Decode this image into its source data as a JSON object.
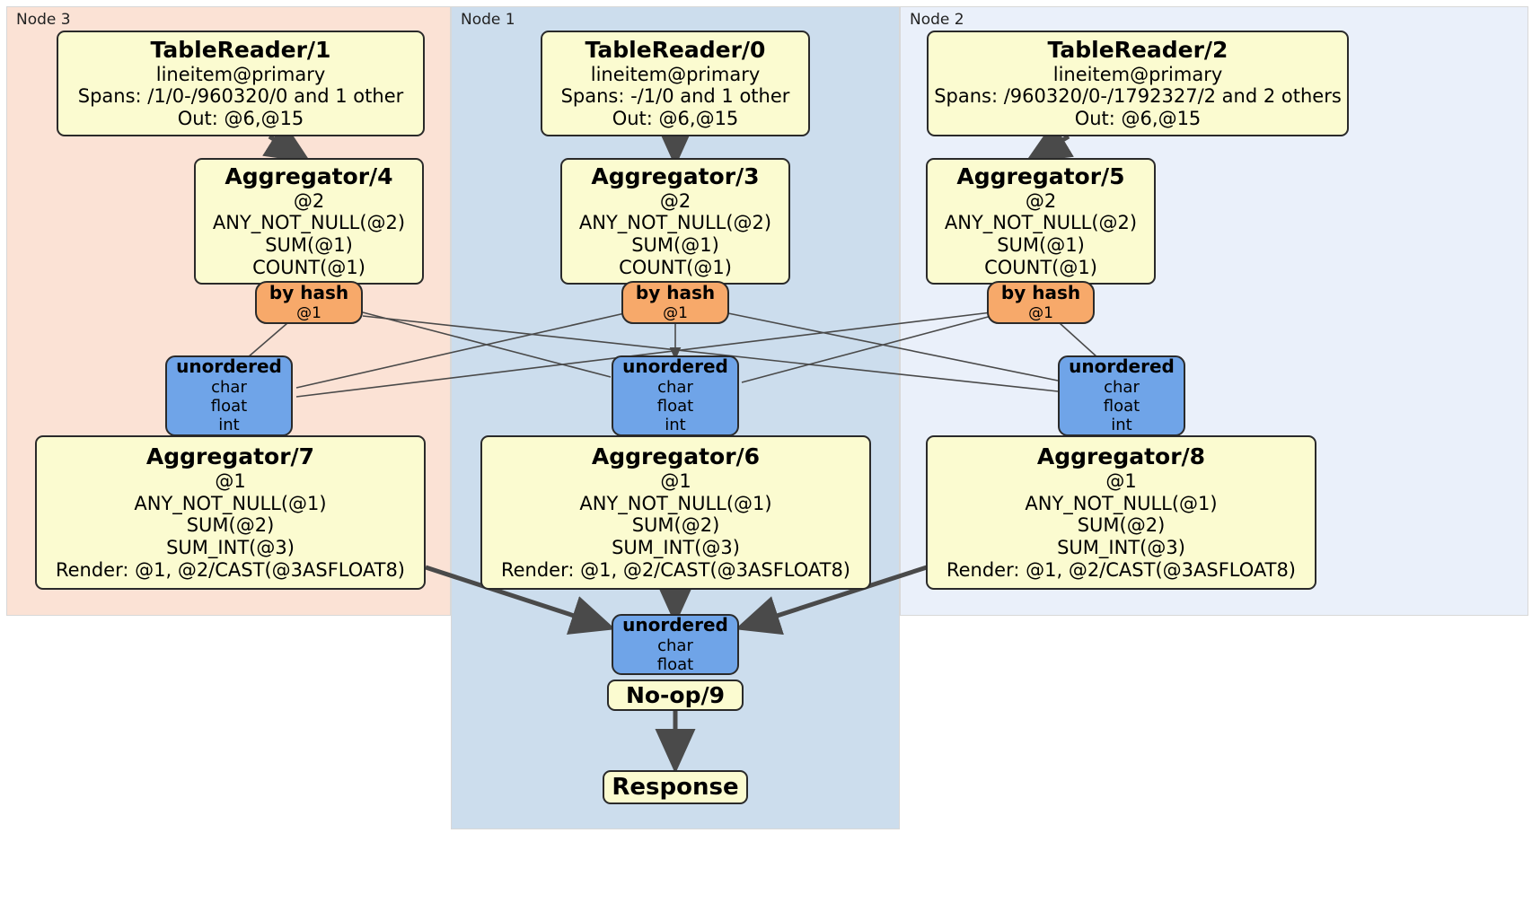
{
  "diagram": {
    "type": "distributed-query-execution-plan",
    "colors": {
      "node3_panel": "#fbe2d5",
      "node1_panel": "#ccdded",
      "node2_panel": "#eaf0fa",
      "processor_box": "#fbfbd0",
      "router_box": "#f7a96a",
      "synchronizer_box": "#6fa4e8",
      "edge": "#4a4a4a",
      "border": "#2a2a2a"
    }
  },
  "panels": [
    {
      "id": "node3",
      "label": "Node 3"
    },
    {
      "id": "node1",
      "label": "Node 1"
    },
    {
      "id": "node2",
      "label": "Node 2"
    }
  ],
  "nodes": {
    "tablereader1": {
      "title": "TableReader/1",
      "lines": [
        "lineitem@primary",
        "Spans: /1/0-/960320/0 and 1 other",
        "Out: @6,@15"
      ]
    },
    "tablereader0": {
      "title": "TableReader/0",
      "lines": [
        "lineitem@primary",
        "Spans: -/1/0 and 1 other",
        "Out: @6,@15"
      ]
    },
    "tablereader2": {
      "title": "TableReader/2",
      "lines": [
        "lineitem@primary",
        "Spans: /960320/0-/1792327/2 and 2 others",
        "Out: @6,@15"
      ]
    },
    "aggregator4": {
      "title": "Aggregator/4",
      "lines": [
        "@2",
        "ANY_NOT_NULL(@2)",
        "SUM(@1)",
        "COUNT(@1)"
      ]
    },
    "aggregator3": {
      "title": "Aggregator/3",
      "lines": [
        "@2",
        "ANY_NOT_NULL(@2)",
        "SUM(@1)",
        "COUNT(@1)"
      ]
    },
    "aggregator5": {
      "title": "Aggregator/5",
      "lines": [
        "@2",
        "ANY_NOT_NULL(@2)",
        "SUM(@1)",
        "COUNT(@1)"
      ]
    },
    "byhash_left": {
      "title": "by hash",
      "lines": [
        "@1"
      ]
    },
    "byhash_center": {
      "title": "by hash",
      "lines": [
        "@1"
      ]
    },
    "byhash_right": {
      "title": "by hash",
      "lines": [
        "@1"
      ]
    },
    "unordered_left": {
      "title": "unordered",
      "lines": [
        "char",
        "float",
        "int"
      ]
    },
    "unordered_center": {
      "title": "unordered",
      "lines": [
        "char",
        "float",
        "int"
      ]
    },
    "unordered_right": {
      "title": "unordered",
      "lines": [
        "char",
        "float",
        "int"
      ]
    },
    "aggregator7": {
      "title": "Aggregator/7",
      "lines": [
        "@1",
        "ANY_NOT_NULL(@1)",
        "SUM(@2)",
        "SUM_INT(@3)",
        "Render: @1, @2/CAST(@3ASFLOAT8)"
      ]
    },
    "aggregator6": {
      "title": "Aggregator/6",
      "lines": [
        "@1",
        "ANY_NOT_NULL(@1)",
        "SUM(@2)",
        "SUM_INT(@3)",
        "Render: @1, @2/CAST(@3ASFLOAT8)"
      ]
    },
    "aggregator8": {
      "title": "Aggregator/8",
      "lines": [
        "@1",
        "ANY_NOT_NULL(@1)",
        "SUM(@2)",
        "SUM_INT(@3)",
        "Render: @1, @2/CAST(@3ASFLOAT8)"
      ]
    },
    "unordered_final": {
      "title": "unordered",
      "lines": [
        "char",
        "float"
      ]
    },
    "noop9": {
      "title": "No-op/9",
      "lines": []
    },
    "response": {
      "title": "Response",
      "lines": []
    }
  }
}
